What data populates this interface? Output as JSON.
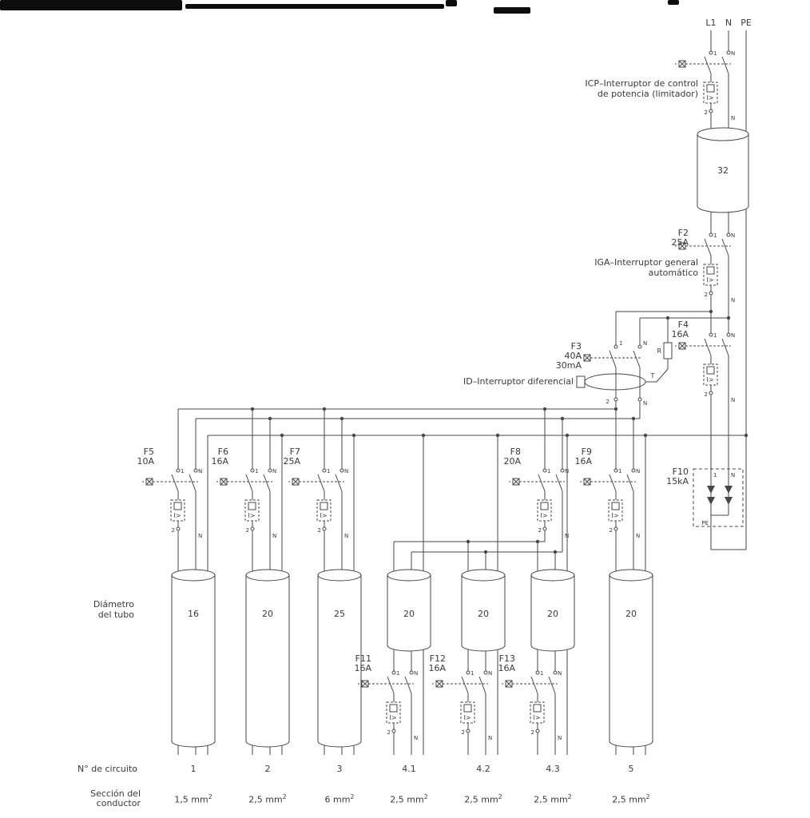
{
  "supply": {
    "l1": "L1",
    "n": "N",
    "pe": "PE"
  },
  "labels": {
    "icp1": "ICP–Interruptor de control",
    "icp2": "de potencia (limitador)",
    "iga1": "IGA–Interruptor general",
    "iga2": "automático",
    "id": "ID–Interruptor diferencial",
    "tube1": "Diámetro",
    "tube2": "del tubo"
  },
  "terminals": {
    "t1": "1",
    "t2": "2",
    "n": "N",
    "pe": "PE",
    "trip": "I>",
    "r": "R",
    "t": "T"
  },
  "main_tube": "32",
  "breakers": {
    "f2": {
      "name": "F2",
      "rating": "25A"
    },
    "f3": {
      "name": "F3",
      "rating": "40A",
      "sensitivity": "30mA"
    },
    "f4": {
      "name": "F4",
      "rating": "16A"
    },
    "f5": {
      "name": "F5",
      "rating": "10A"
    },
    "f6": {
      "name": "F6",
      "rating": "16A"
    },
    "f7": {
      "name": "F7",
      "rating": "25A"
    },
    "f8": {
      "name": "F8",
      "rating": "20A"
    },
    "f9": {
      "name": "F9",
      "rating": "16A"
    },
    "f10": {
      "name": "F10",
      "rating": "15kA"
    },
    "f11": {
      "name": "F11",
      "rating": "16A"
    },
    "f12": {
      "name": "F12",
      "rating": "16A"
    },
    "f13": {
      "name": "F13",
      "rating": "16A"
    }
  },
  "tubes": [
    "16",
    "20",
    "25",
    "20",
    "20",
    "20",
    "20"
  ],
  "circuits": {
    "row_label": "N° de circuito",
    "numbers": [
      "1",
      "2",
      "3",
      "4.1",
      "4.2",
      "4.3",
      "5"
    ],
    "section_label1": "Sección del",
    "section_label2": "conductor",
    "sections": [
      {
        "v": "1,5 mm",
        "e": "2"
      },
      {
        "v": "2,5 mm",
        "e": "2"
      },
      {
        "v": "6 mm",
        "e": "2"
      },
      {
        "v": "2,5 mm",
        "e": "2"
      },
      {
        "v": "2,5 mm",
        "e": "2"
      },
      {
        "v": "2,5 mm",
        "e": "2"
      },
      {
        "v": "2,5 mm",
        "e": "2"
      }
    ]
  }
}
